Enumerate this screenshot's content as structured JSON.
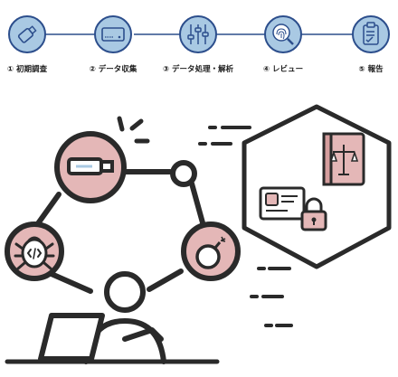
{
  "process": {
    "steps": [
      {
        "label": "① 初期調査",
        "icon": "usb-drive-icon"
      },
      {
        "label": "② データ収集",
        "icon": "hard-drive-icon"
      },
      {
        "label": "③ データ処理・解析",
        "icon": "sliders-icon"
      },
      {
        "label": "④ レビュー",
        "icon": "fingerprint-magnifier-icon"
      },
      {
        "label": "⑤ 報告",
        "icon": "clipboard-check-icon"
      }
    ]
  },
  "illustration": {
    "nodes": [
      "usb-drive-icon",
      "bug-code-icon",
      "bomb-icon"
    ],
    "hexagon_icons": [
      "law-book-scales-icon",
      "id-card-lock-icon"
    ]
  },
  "colors": {
    "ring": "#2c4e8c",
    "circle_fill": "#a9c9e3",
    "line": "#2c4e8c",
    "dark": "#2a2a2a",
    "pink": "#e4b7b7"
  }
}
